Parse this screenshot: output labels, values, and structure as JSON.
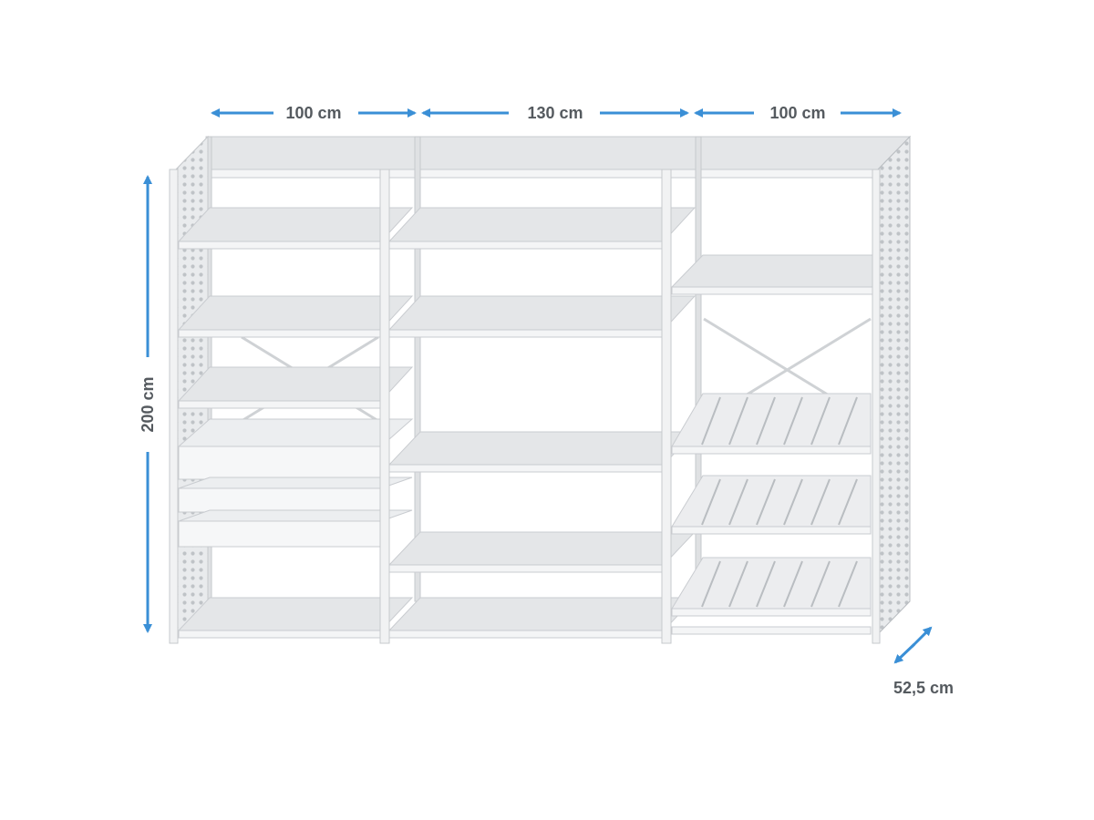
{
  "dimensions": {
    "width_left": "100 cm",
    "width_middle": "130 cm",
    "width_right": "100 cm",
    "height": "200 cm",
    "depth": "52,5 cm"
  },
  "colors": {
    "arrow": "#3a8fd6",
    "label": "#555a5f",
    "frame": "#d9dcdf",
    "shelf_top": "#e4e6e8",
    "shelf_front": "#f4f5f6",
    "perforated_panel": "#cfd2d5",
    "edge": "#b9bdc1"
  }
}
